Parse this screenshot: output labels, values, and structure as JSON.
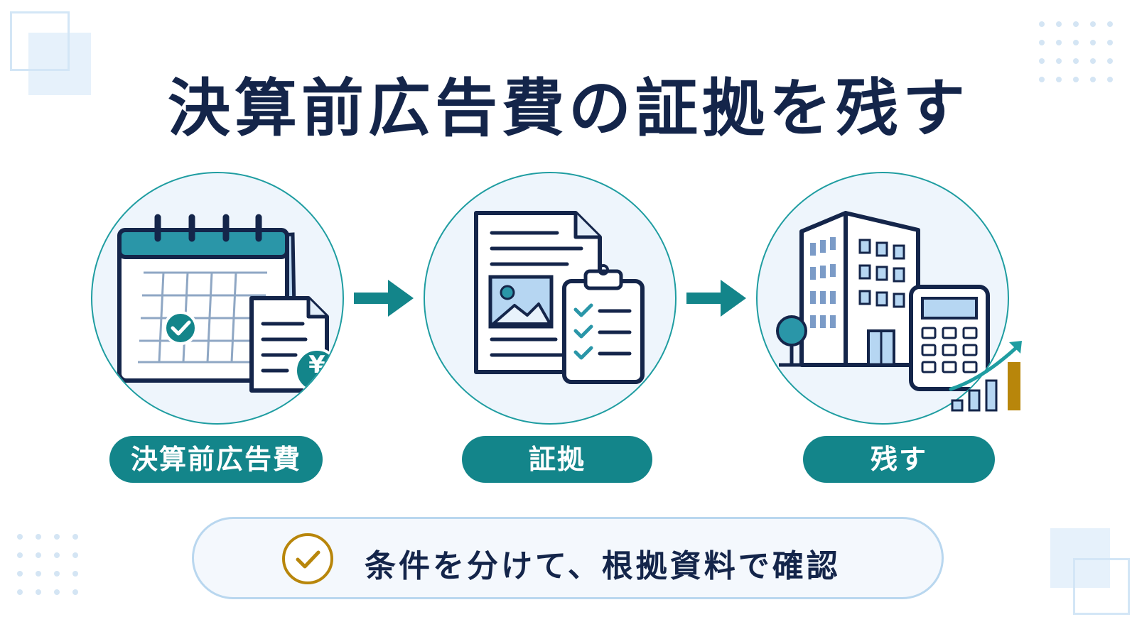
{
  "title": "決算前広告費の証拠を残す",
  "steps": [
    {
      "label": "決算前広告費",
      "icon": "calendar-receipt-yen-icon"
    },
    {
      "label": "証拠",
      "icon": "document-clipboard-icon"
    },
    {
      "label": "残す",
      "icon": "building-calculator-chart-icon"
    }
  ],
  "receipt_symbol": "¥",
  "note": {
    "text": "条件を分けて、根拠資料で確認",
    "icon": "check-circle-icon"
  },
  "colors": {
    "title": "#14254a",
    "teal": "#13858a",
    "circle_border": "#1f9da1",
    "circle_fill": "#eef5fc",
    "accent_gold": "#b8860b",
    "light_blue": "#b9d7ef"
  }
}
